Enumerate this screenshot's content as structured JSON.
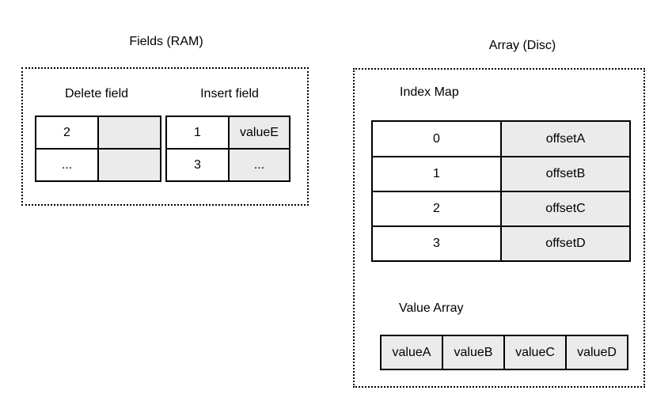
{
  "fields_panel": {
    "title": "Fields (RAM)",
    "delete_field": {
      "label": "Delete field",
      "rows": [
        [
          "2",
          ""
        ],
        [
          "...",
          ""
        ]
      ]
    },
    "insert_field": {
      "label": "Insert field",
      "rows": [
        [
          "1",
          "valueE"
        ],
        [
          "3",
          "..."
        ]
      ]
    }
  },
  "array_panel": {
    "title": "Array (Disc)",
    "index_map": {
      "label": "Index Map",
      "rows": [
        [
          "0",
          "offsetA"
        ],
        [
          "1",
          "offsetB"
        ],
        [
          "2",
          "offsetC"
        ],
        [
          "3",
          "offsetD"
        ]
      ]
    },
    "value_array": {
      "label": "Value Array",
      "values": [
        "valueA",
        "valueB",
        "valueC",
        "valueD"
      ]
    }
  },
  "colors": {
    "cell_fill": "#ebebeb",
    "stroke": "#000000"
  }
}
